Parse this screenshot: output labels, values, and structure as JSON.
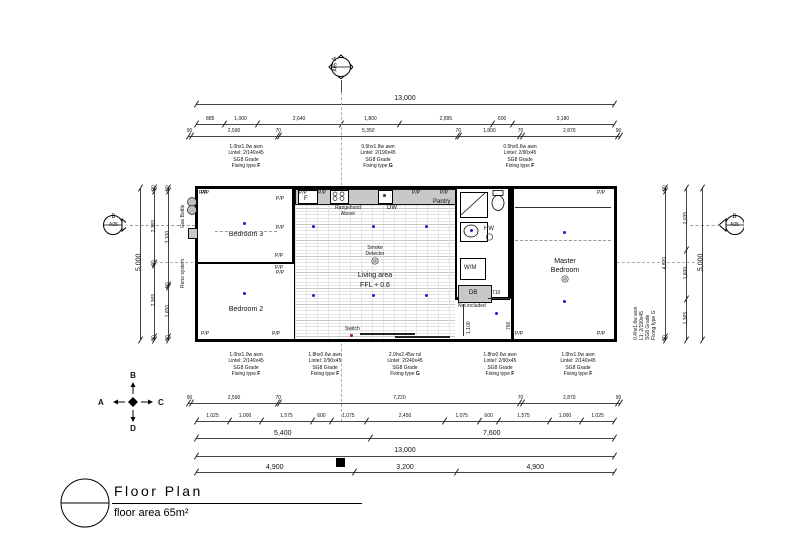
{
  "drawing": {
    "title": "Floor Plan",
    "subtitle": "floor area 65m²"
  },
  "section_markers": [
    {
      "id": "top",
      "letter": "A",
      "sheet": "A05"
    },
    {
      "id": "left",
      "letter": "B",
      "sheet": "A05"
    },
    {
      "id": "right",
      "letter": "B",
      "sheet": "A05"
    }
  ],
  "compass": {
    "up": "B",
    "down": "D",
    "left": "A",
    "right": "C"
  },
  "dimensions": {
    "top_overall": "13,000",
    "top_row2": [
      "885",
      "1,000",
      "2,640",
      "1,800",
      "2,895",
      "600",
      "3,180"
    ],
    "top_row3": [
      "90",
      "2,590",
      "70",
      "5,350",
      "70",
      "1,800",
      "70",
      "2,870",
      "90"
    ],
    "bottom_row1": [
      "90",
      "2,590",
      "70",
      "7,220",
      "70",
      "2,870",
      "90"
    ],
    "bottom_row2": [
      "1,025",
      "1,000",
      "1,575",
      "600",
      "1,075",
      "2,450",
      "1,075",
      "600",
      "1,575",
      "1,000",
      "1,025"
    ],
    "bottom_row3": [
      "5,400",
      "7,600"
    ],
    "bottom_overall": "13,000",
    "bottom_row5": [
      "4,900",
      "3,200",
      "4,900"
    ],
    "left_overall": "5,000",
    "left_col2": [
      "90",
      "2,365",
      "90",
      "2,365",
      "90"
    ],
    "left_col3": [
      "90",
      "3,100",
      "90",
      "1,650",
      "90"
    ],
    "right_col1": [
      "90",
      "4,820",
      "90"
    ],
    "right_col2": [
      "2,035",
      "1,600",
      "1,365"
    ],
    "right_overall": "5,000",
    "interior_710": "710",
    "interior_1100": "1,100",
    "interior_766": "766"
  },
  "window_specs_top": [
    {
      "size": "1.0hx1.0w awn",
      "lintel": "Lintel: 2/140x45",
      "grade": "SG8 Grade",
      "fixing_prefix": "Fixing type ",
      "fixing": "F"
    },
    {
      "size": "0.5hx1.8w awn",
      "lintel": "Lintel: 2/190x45",
      "grade": "SG8 Grade",
      "fixing_prefix": "Fixing type ",
      "fixing": "G"
    },
    {
      "size": "0.5hx0.6w awn",
      "lintel": "Lintel: 2/90x45",
      "grade": "SG8 Grade",
      "fixing_prefix": "Fixing type ",
      "fixing": "F"
    }
  ],
  "window_specs_bottom": [
    {
      "size": "1.0hx1.0w awn",
      "lintel": "Lintel: 2/140x45",
      "grade": "SG8 Grade",
      "fixing_prefix": "Fixing type ",
      "fixing": "F"
    },
    {
      "size": "1.8hx0.6w awn",
      "lintel": "Lintel: 2/90x45",
      "grade": "SG8 Grade",
      "fixing_prefix": "Fixing type ",
      "fixing": "F"
    },
    {
      "size": "2.0hx2.45w rsl",
      "lintel": "Lintel: 2/240x45",
      "grade": "SG8 Grade",
      "fixing_prefix": "Fixing type ",
      "fixing": "G"
    },
    {
      "size": "1.8hx0.6w awn",
      "lintel": "Lintel: 2/90x45",
      "grade": "SG8 Grade",
      "fixing_prefix": "Fixing type ",
      "fixing": "F"
    },
    {
      "size": "1.0hx1.0w awn",
      "lintel": "Lintel: 2/140x45",
      "grade": "SG8 Grade",
      "fixing_prefix": "Fixing type ",
      "fixing": "F"
    }
  ],
  "window_spec_right": {
    "size": "0.4hx1.8w awn",
    "lintel": "L1: 2/190x45",
    "grade": "SG8 Grade",
    "fixing": "Fixing type G"
  },
  "rooms": [
    {
      "name": "Bedroom 3"
    },
    {
      "name": "Bedroom 2"
    },
    {
      "name": "Living area",
      "note": "FFL + 0.6"
    },
    {
      "name": "Master",
      "name2": "Bedroom"
    }
  ],
  "annotations": {
    "gas_bottle": "Gas Bottle",
    "reno_system": "Reno system",
    "rangehood": "Rangehood",
    "rangehood2": "Above",
    "dishwasher": "DW",
    "pantry": "Pantry",
    "fridge": "F",
    "smoke_detector": "Smoke",
    "smoke_detector2": "Detector",
    "washing_machine": "W/M",
    "hot_water": "HW",
    "distribution_board": "DB",
    "not_included": "Not included",
    "switch": "Switch",
    "power_point": "P/P"
  },
  "colors": {
    "light_fixture": "#1b1bd0",
    "wall": "#000000",
    "dimension_line": "#444444",
    "centerline": "#b2a8c4"
  }
}
